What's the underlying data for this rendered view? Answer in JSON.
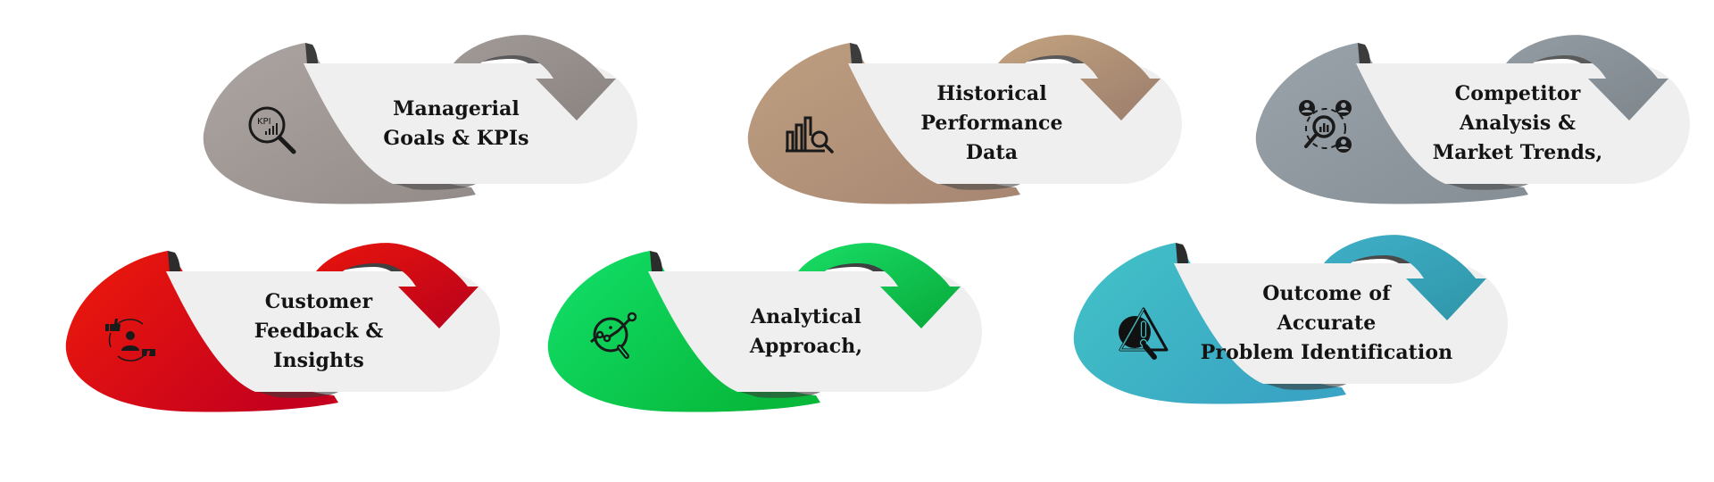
{
  "diagram": {
    "title": "",
    "cards": [
      {
        "id": "managerial-goals",
        "lines": [
          "Managerial",
          "Goals & KPIs"
        ],
        "icon": "kpi-magnifier-icon",
        "colors": {
          "light": "#aca5a2",
          "dark": "#938b88",
          "arrow_light": "#a19a97",
          "arrow_dark": "#8a8380"
        }
      },
      {
        "id": "historical-performance",
        "lines": [
          "Historical",
          "Performance",
          "Data"
        ],
        "icon": "bar-chart-search-icon",
        "colors": {
          "light": "#bf9f80",
          "dark": "#a68672",
          "arrow_light": "#c3a37f",
          "arrow_dark": "#9b7d6c"
        }
      },
      {
        "id": "competitor-analysis",
        "lines": [
          "Competitor",
          "Analysis &",
          "Market Trends,"
        ],
        "icon": "competitor-analysis-icon",
        "colors": {
          "light": "#9aa3aa",
          "dark": "#858e95",
          "arrow_light": "#939ca3",
          "arrow_dark": "#7e868c"
        }
      },
      {
        "id": "customer-feedback",
        "lines": [
          "Customer",
          "Feedback &",
          "Insights"
        ],
        "icon": "customer-feedback-icon",
        "colors": {
          "light": "#ee1a0a",
          "dark": "#c4001e",
          "arrow_light": "#e8150c",
          "arrow_dark": "#b8001c"
        }
      },
      {
        "id": "analytical-approach",
        "lines": [
          "Analytical",
          "Approach,"
        ],
        "icon": "analytics-magnifier-icon",
        "colors": {
          "light": "#12e06a",
          "dark": "#07b83a",
          "arrow_light": "#19de66",
          "arrow_dark": "#08a83a"
        }
      },
      {
        "id": "problem-identification",
        "lines": [
          "Outcome of",
          "Accurate",
          "Problem Identification"
        ],
        "icon": "warning-magnifier-icon",
        "colors": {
          "light": "#42c3c6",
          "dark": "#3aa4c4",
          "arrow_light": "#3fb0c8",
          "arrow_dark": "#2f95a8"
        }
      }
    ]
  }
}
